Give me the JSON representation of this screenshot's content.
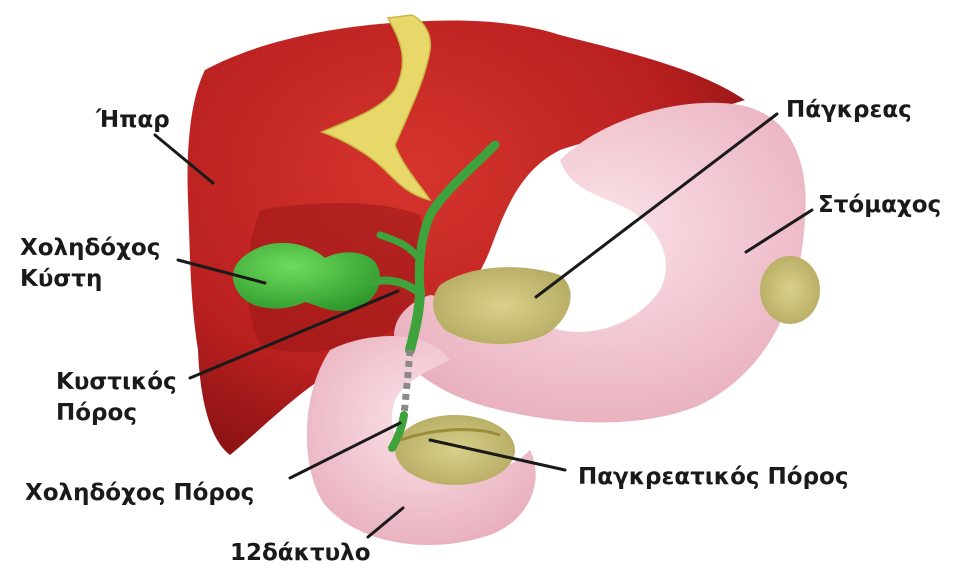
{
  "labels": {
    "liver": "Ήπαρ",
    "gallbladder_line1": "Χοληδόχος",
    "gallbladder_line2": "Κύστη",
    "cystic_duct_line1": "Κυστικός",
    "cystic_duct_line2": "Πόρος",
    "common_bile_duct": "Χοληδόχος Πόρος",
    "duodenum": "12δάκτυλο",
    "pancreas": "Πάγκρεας",
    "stomach": "Στόμαχος",
    "pancreatic_duct": "Παγκρεατικός Πόρος"
  },
  "colors": {
    "liver": "#b81f1f",
    "liver_dark": "#8e1414",
    "ligament": "#e8d86a",
    "gallbladder": "#3fb83a",
    "ducts": "#3da33a",
    "stomach": "#f2c4cf",
    "pancreas": "#c9c07a",
    "leader_line": "#1a1a1a"
  }
}
